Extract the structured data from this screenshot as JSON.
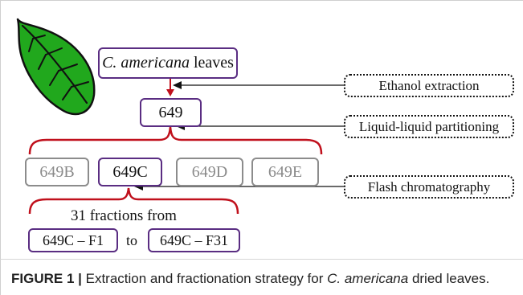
{
  "diagram": {
    "source": {
      "italic_part": "C. americana",
      "rest": " leaves"
    },
    "extract": "649",
    "fractions": [
      "649B",
      "649C",
      "649D",
      "649E"
    ],
    "fractions_note": "31 fractions from",
    "range_start": "649C – F1",
    "range_connector": "to",
    "range_end": "649C – F31",
    "steps": [
      "Ethanol extraction",
      "Liquid-liquid partitioning",
      "Flash chromatography"
    ],
    "colors": {
      "box_border": "#5a2d82",
      "bracket": "#c0101c",
      "arrow_down": "#c0101c",
      "inactive_border": "#8c8c8c",
      "inactive_text": "#8a8a8a",
      "leaf_fill": "#21a81d",
      "leaf_outline": "#111111"
    },
    "icons": [
      "leaf-icon"
    ]
  },
  "caption": {
    "label": "FIGURE 1 |",
    "text_before": " Extraction and fractionation strategy for ",
    "italic": "C. americana",
    "text_after": " dried leaves."
  }
}
